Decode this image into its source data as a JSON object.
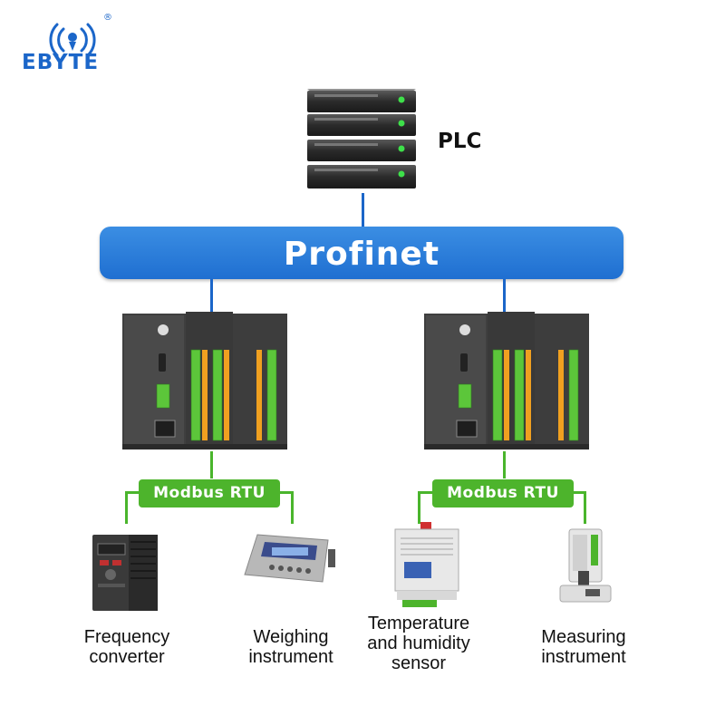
{
  "brand": {
    "name": "EBYTE",
    "registered": "®",
    "color": "#1b66c9"
  },
  "plc": {
    "label": "PLC",
    "icon": "server-rack-icon"
  },
  "bus": {
    "label": "Profinet",
    "color": "#2a7fdc"
  },
  "io_modules": [
    {
      "icon": "io-module-icon"
    },
    {
      "icon": "io-module-icon"
    }
  ],
  "field_buses": [
    {
      "label": "Modbus RTU",
      "color": "#4db42c"
    },
    {
      "label": "Modbus RTU",
      "color": "#4db42c"
    }
  ],
  "devices": [
    {
      "line1": "Frequency",
      "line2": "converter",
      "line3": "",
      "icon": "frequency-converter-icon"
    },
    {
      "line1": "Weighing",
      "line2": "instrument",
      "line3": "",
      "icon": "weighing-scale-icon"
    },
    {
      "line1": "Temperature",
      "line2": "and humidity",
      "line3": "sensor",
      "icon": "temp-humidity-sensor-icon"
    },
    {
      "line1": "Measuring",
      "line2": "instrument",
      "line3": "",
      "icon": "measuring-instrument-icon"
    }
  ]
}
